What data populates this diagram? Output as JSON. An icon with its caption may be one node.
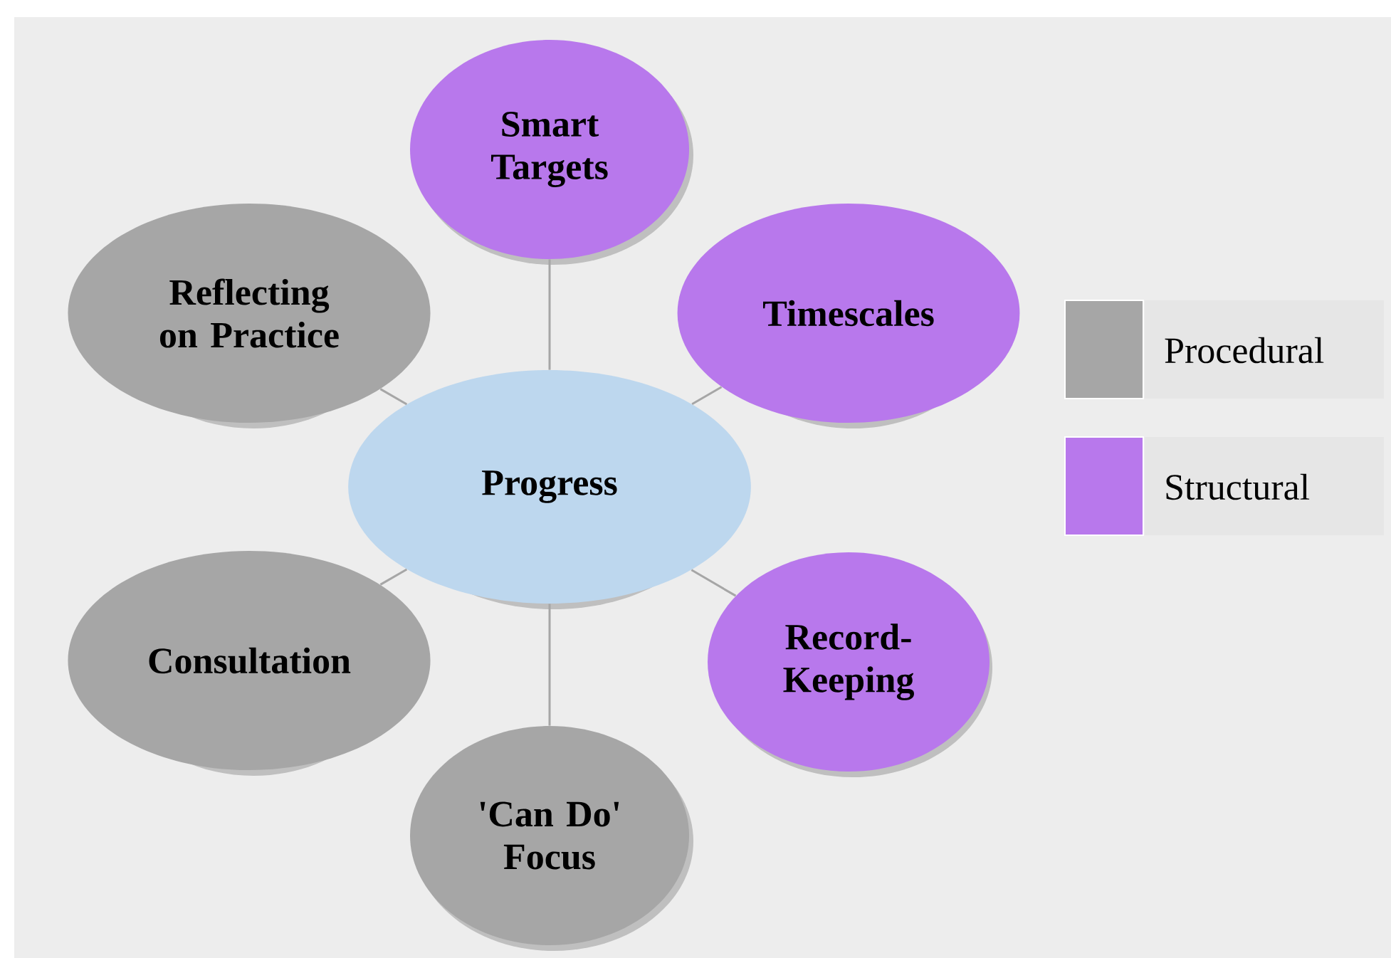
{
  "diagram": {
    "nodes": [
      {
        "text": [
          "Progress"
        ]
      },
      {
        "text": [
          "Smart Targets"
        ]
      },
      {
        "text": [
          "Timescales"
        ]
      },
      {
        "text": [
          "Record-Keeping"
        ]
      },
      {
        "text": [
          "'Can Do' Focus"
        ]
      },
      {
        "text": [
          "Consultation"
        ]
      },
      {
        "text": [
          "Reflecting on Practice"
        ]
      }
    ],
    "edges": [
      {
        "from": 0,
        "to": 1,
        "arrow": "none"
      },
      {
        "from": 0,
        "to": 2,
        "arrow": "none"
      },
      {
        "from": 0,
        "to": 3,
        "arrow": "none"
      },
      {
        "from": 0,
        "to": 4,
        "arrow": "none"
      },
      {
        "from": 0,
        "to": 5,
        "arrow": "none"
      },
      {
        "from": 0,
        "to": 6,
        "arrow": "none"
      }
    ],
    "legend": [
      {
        "text": "Procedural",
        "color": "#a6a6a6"
      },
      {
        "text": "Structural",
        "color": "#b878ec"
      }
    ]
  }
}
